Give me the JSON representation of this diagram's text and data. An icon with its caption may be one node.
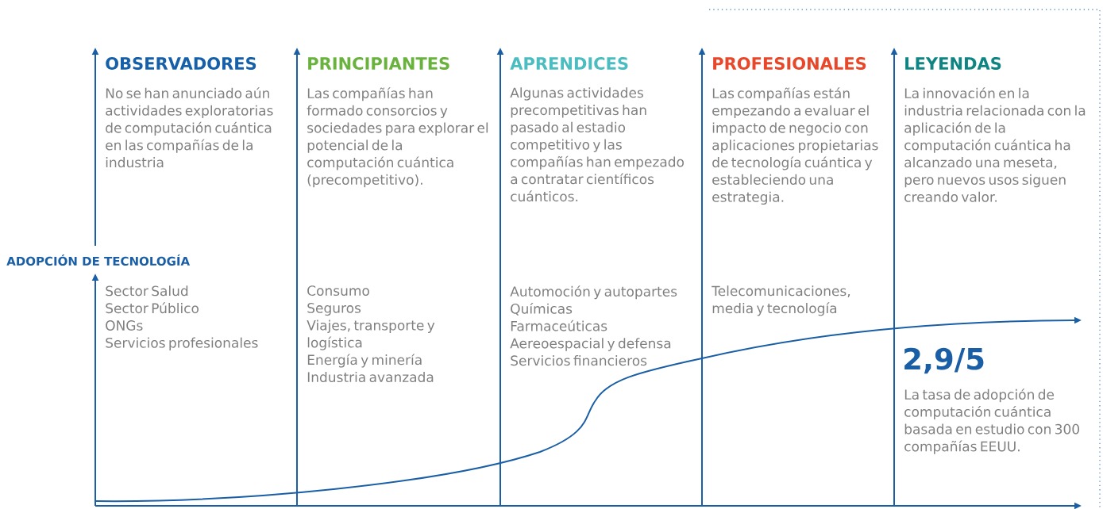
{
  "diagram": {
    "labels": [
      "OBSERVADORES",
      "PRINCIPIANTES",
      "APRENDICES",
      "PROFESIONALES",
      "LEYENDAS",
      "No se han anunciado aún actividades exploratorias de computación cuántica en las compañías de la industria",
      "Las compañías han formado consorcios y sociedades para explorar el potencial de la computación cuántica (precompetitivo).",
      "Algunas actividades precompetitivas han pasado al estadio competitivo y las compañías han empezado a contratar científicos cuánticos.",
      "Las compañías están empezando a evaluar el impacto de negocio con aplicaciones propietarias de tecnología cuántica y estableciendo una estrategia.",
      "La innovación en la industria relacionada con la aplicación de la computación cuántica ha alcanzado una meseta, pero nuevos usos siguen creando valor.",
      "ADOPCIÓN DE TECNOLOGÍA",
      "Sector Salud",
      "Sector Público",
      "ONGs",
      "Servicios profesionales",
      "Consumo",
      "Seguros",
      "Viajes, transporte y logística",
      "Energía y minería",
      "Industria avanzada",
      "Automoción y autopartes",
      "Químicas",
      "Farmaceúticas",
      "Aereoespacial y defensa",
      "Servicios financieros",
      "Telecomunicaciones, media y tecnología",
      "2,9/5",
      "La tasa de adopción de computación cuántica basada en estudio con 300 compañías EEUU."
    ]
  }
}
